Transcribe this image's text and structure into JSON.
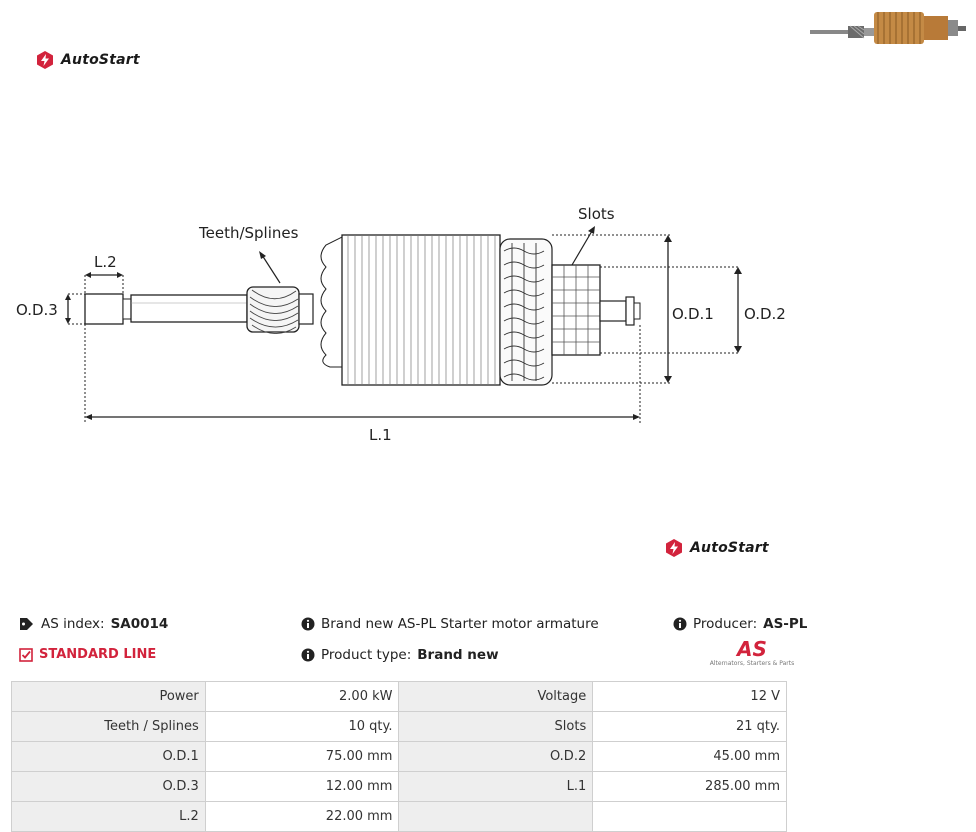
{
  "brand": {
    "name": "AutoStart"
  },
  "diagram": {
    "labels": {
      "teeth_splines": "Teeth/Splines",
      "slots": "Slots",
      "l2": "L.2",
      "od3": "O.D.3",
      "od1": "O.D.1",
      "od2": "O.D.2",
      "l1": "L.1"
    }
  },
  "info": {
    "as_index_label": "AS index:",
    "as_index_value": "SA0014",
    "standard_line": "STANDARD LINE",
    "description": "Brand new AS-PL Starter motor armature",
    "product_type_label": "Product type:",
    "product_type_value": "Brand new",
    "producer_label": "Producer:",
    "producer_value": "AS-PL",
    "producer_logo_text": "AS",
    "producer_logo_tagline": "Alternators, Starters & Parts"
  },
  "specs": {
    "rows": [
      {
        "l1": "Power",
        "v1": "2.00 kW",
        "l2": "Voltage",
        "v2": "12 V"
      },
      {
        "l1": "Teeth / Splines",
        "v1": "10 qty.",
        "l2": "Slots",
        "v2": "21 qty."
      },
      {
        "l1": "O.D.1",
        "v1": "75.00 mm",
        "l2": "O.D.2",
        "v2": "45.00 mm"
      },
      {
        "l1": "O.D.3",
        "v1": "12.00 mm",
        "l2": "L.1",
        "v2": "285.00 mm"
      },
      {
        "l1": "L.2",
        "v1": "22.00 mm",
        "l2": "",
        "v2": ""
      }
    ]
  },
  "colors": {
    "brand_red": "#d2233c",
    "table_label_bg": "#eeeeee",
    "border": "#cfcfcf"
  },
  "icons": {
    "as_index": "tag-icon",
    "standard_line": "check-square-icon",
    "description": "info-circle-icon",
    "product_type": "info-circle-icon",
    "producer": "info-circle-icon"
  }
}
